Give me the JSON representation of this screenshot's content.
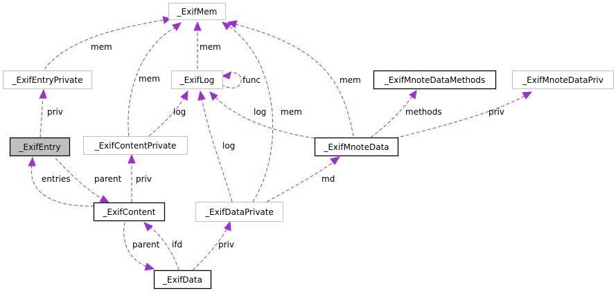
{
  "colors": {
    "edge": "#9a32cd",
    "plain_border": "#bfbfbf",
    "bold_border": "#000000",
    "current_fill": "#bfbfbf"
  },
  "nodes": {
    "exif_mem": "_ExifMem",
    "exif_entry_private": "_ExifEntryPrivate",
    "exif_log": "_ExifLog",
    "exif_mnote_data_methods": "_ExifMnoteDataMethods",
    "exif_mnote_data_priv": "_ExifMnoteDataPriv",
    "exif_entry": "_ExifEntry",
    "exif_content_private": "_ExifContentPrivate",
    "exif_mnote_data": "_ExifMnoteData",
    "exif_content": "_ExifContent",
    "exif_data_private": "_ExifDataPrivate",
    "exif_data": "_ExifData"
  },
  "edges": {
    "entry_private_mem": "mem",
    "log_mem": "mem",
    "content_private_mem": "mem",
    "log_func": "func",
    "mnote_mem": "mem",
    "entry_priv": "priv",
    "content_private_log": "log",
    "mnote_log": "log",
    "data_private_mem": "mem",
    "mnote_methods": "methods",
    "mnote_priv": "priv",
    "data_private_log": "log",
    "content_entries": "entries",
    "entry_parent": "parent",
    "content_priv": "priv",
    "data_private_md": "md",
    "data_parent": "parent",
    "data_ifd": "ifd",
    "data_priv": "priv"
  }
}
